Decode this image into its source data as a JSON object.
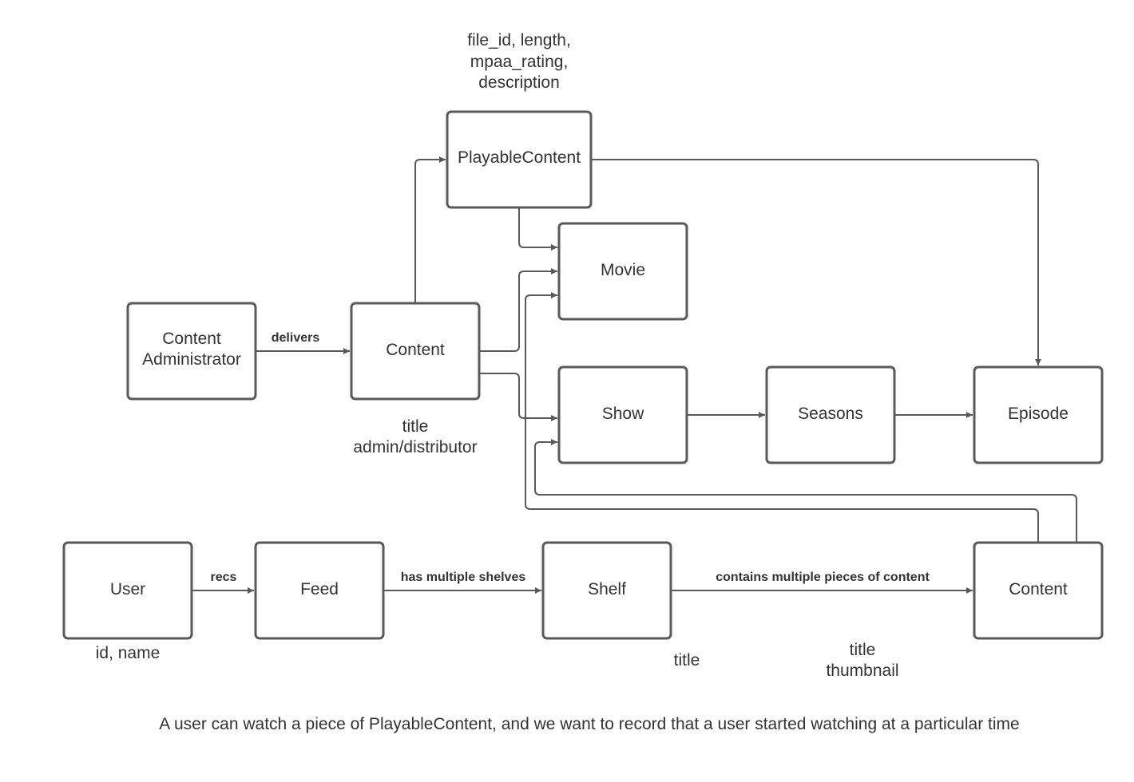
{
  "nodes": {
    "playable_content": "PlayableContent",
    "movie": "Movie",
    "content_admin_line1": "Content",
    "content_admin_line2": "Administrator",
    "content_top": "Content",
    "show": "Show",
    "seasons": "Seasons",
    "episode": "Episode",
    "user": "User",
    "feed": "Feed",
    "shelf": "Shelf",
    "content_bottom": "Content"
  },
  "edges": {
    "delivers": "delivers",
    "recs": "recs",
    "has_multiple_shelves": "has multiple shelves",
    "contains_multiple": "contains multiple pieces of content"
  },
  "notes": {
    "playable_attrs": [
      "file_id, length,",
      "mpaa_rating,",
      "description"
    ],
    "content_attrs": [
      "title",
      "admin/distributor"
    ],
    "user_attrs": [
      "id, name"
    ],
    "shelf_attrs": [
      "title"
    ],
    "bottom_content_attrs": [
      "title",
      "thumbnail"
    ],
    "caption": "A user can watch a piece of PlayableContent, and we want to record that a user started watching at a particular time"
  }
}
